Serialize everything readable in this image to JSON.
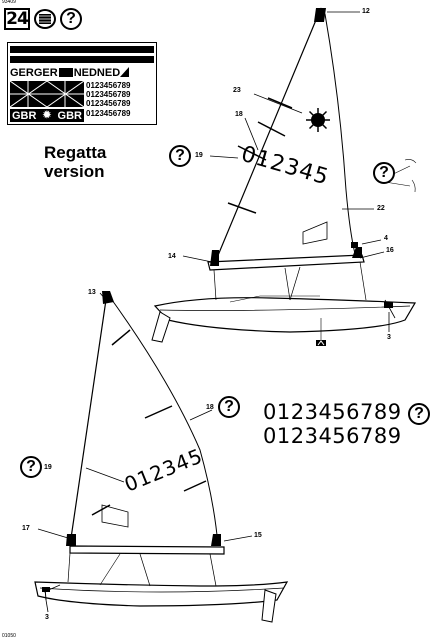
{
  "header": {
    "code_top": "93409",
    "step_number": "24",
    "question_mark": "?"
  },
  "decal_sheet": {
    "row1": "GERGER",
    "row1b": "NEDNED",
    "numbers": [
      "0123456789",
      "0123456789",
      "0123456789",
      "0123456789"
    ],
    "gbr_left": "GBR",
    "gbr_right": "GBR"
  },
  "regatta": {
    "line1": "Regatta",
    "line2": "version"
  },
  "sail_number_top": "012345",
  "sail_number_bottom": "012345",
  "number_strip_1": "0123456789",
  "number_strip_2": "0123456789",
  "callouts": {
    "c12": "12",
    "c23": "23",
    "c18": "18",
    "c19": "19",
    "c22": "22",
    "c4": "4",
    "c14": "14",
    "c16": "16",
    "c13": "13",
    "c3a": "3",
    "c18b": "18",
    "c19b": "19",
    "c17": "17",
    "c15": "15",
    "c3b": "3"
  },
  "footer_code": "01050"
}
